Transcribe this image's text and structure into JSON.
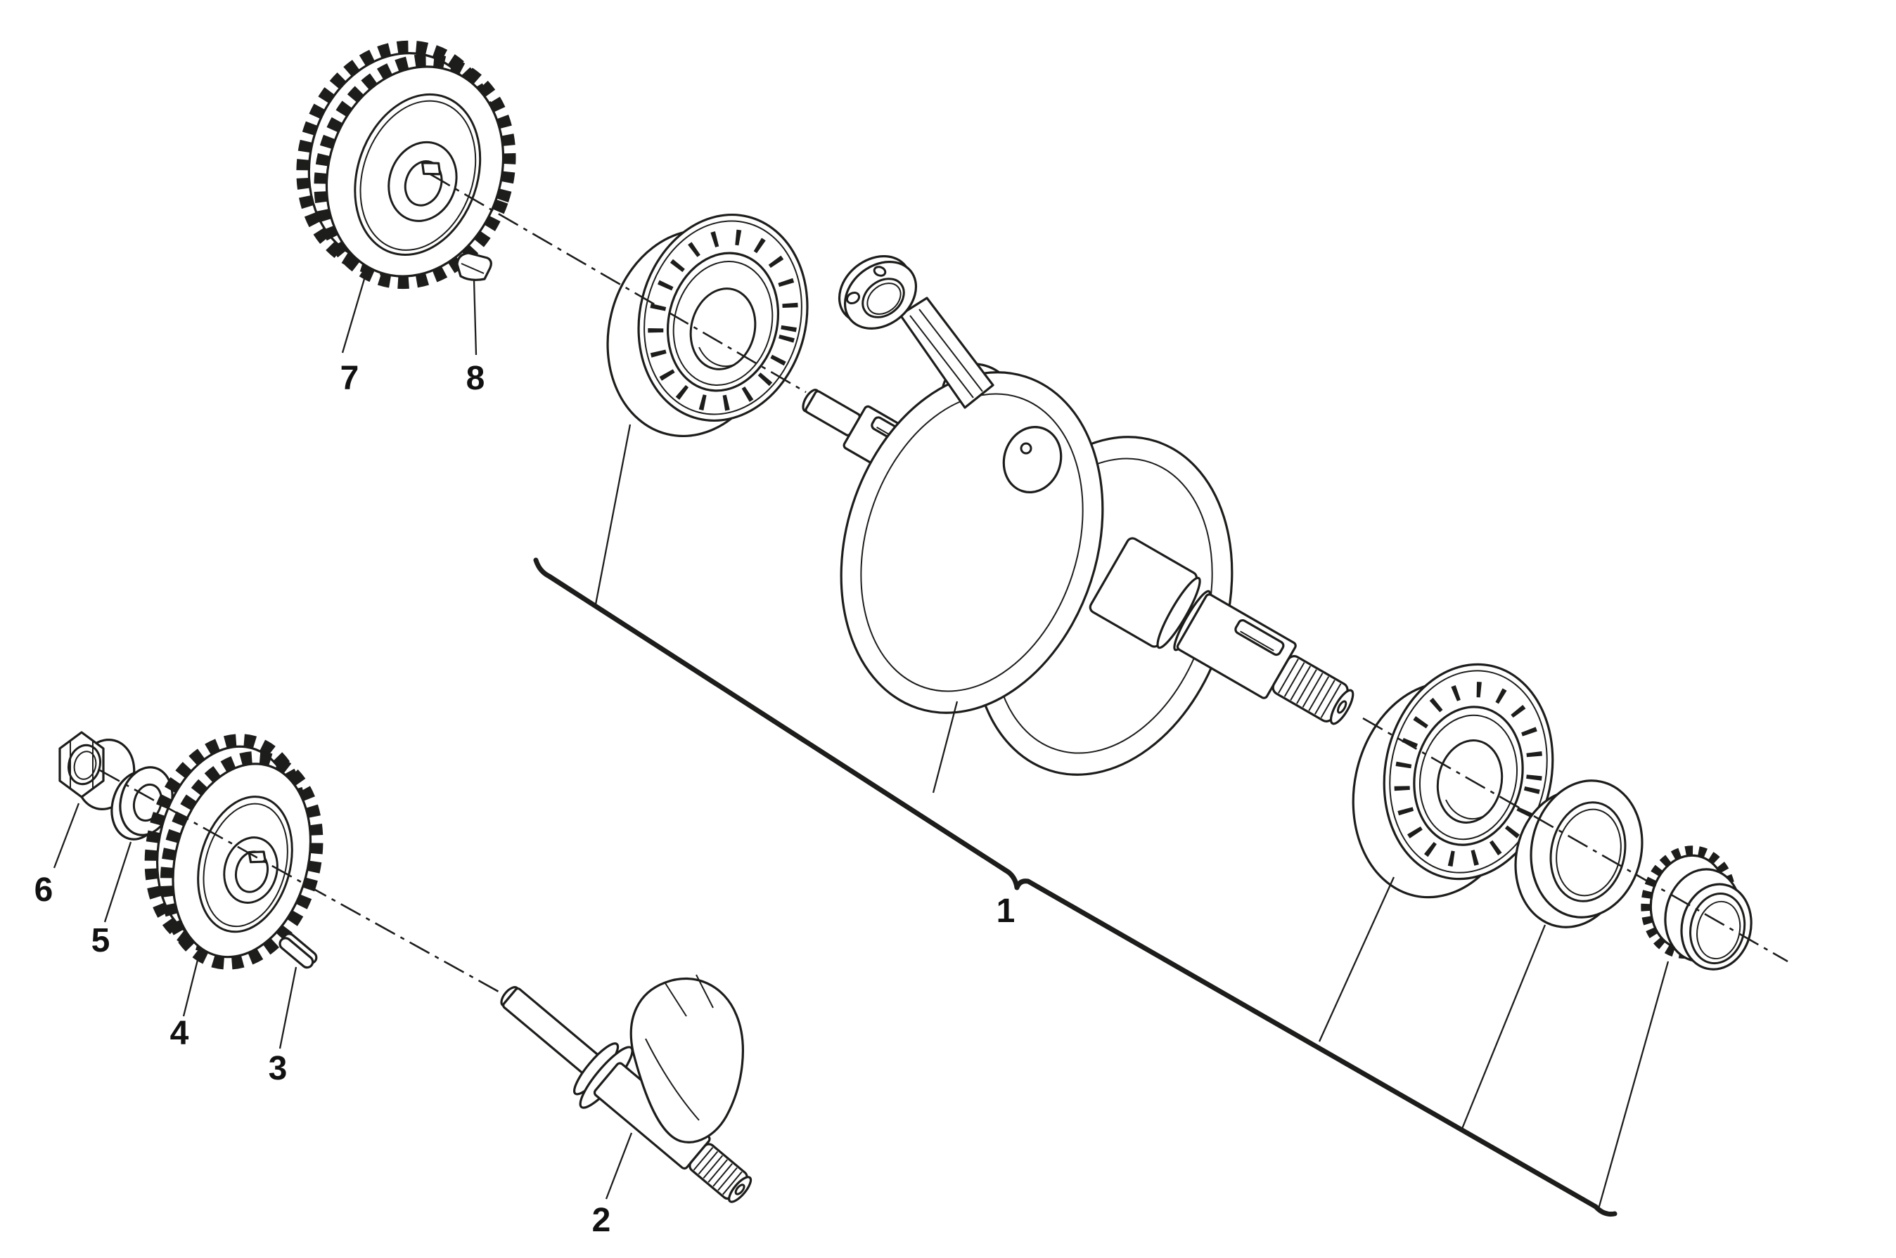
{
  "diagram": {
    "type": "exploded-parts-diagram",
    "background": "#ffffff",
    "line_color": "#1d1d1b",
    "callouts": [
      {
        "number": "1",
        "part": "crankshaft-assembly"
      },
      {
        "number": "2",
        "part": "balance-shaft"
      },
      {
        "number": "3",
        "part": "balance-gear-key"
      },
      {
        "number": "4",
        "part": "balance-shaft-gear"
      },
      {
        "number": "5",
        "part": "washer"
      },
      {
        "number": "6",
        "part": "flange-nut"
      },
      {
        "number": "7",
        "part": "crankshaft-drive-gear"
      },
      {
        "number": "8",
        "part": "woodruff-key"
      }
    ]
  }
}
